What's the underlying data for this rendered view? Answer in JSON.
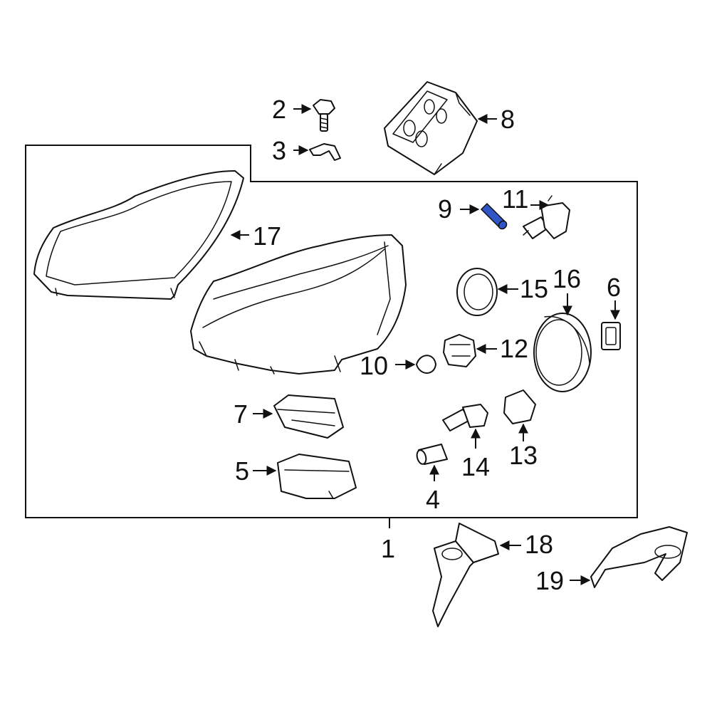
{
  "callouts": {
    "n1": "1",
    "n2": "2",
    "n3": "3",
    "n4": "4",
    "n5": "5",
    "n6": "6",
    "n7": "7",
    "n8": "8",
    "n9": "9",
    "n10": "10",
    "n11": "11",
    "n12": "12",
    "n13": "13",
    "n14": "14",
    "n15": "15",
    "n16": "16",
    "n17": "17",
    "n18": "18",
    "n19": "19"
  },
  "colors": {
    "line": "#111111",
    "highlight": "#2f55c7",
    "background": "#ffffff"
  },
  "highlighted_part": "9"
}
